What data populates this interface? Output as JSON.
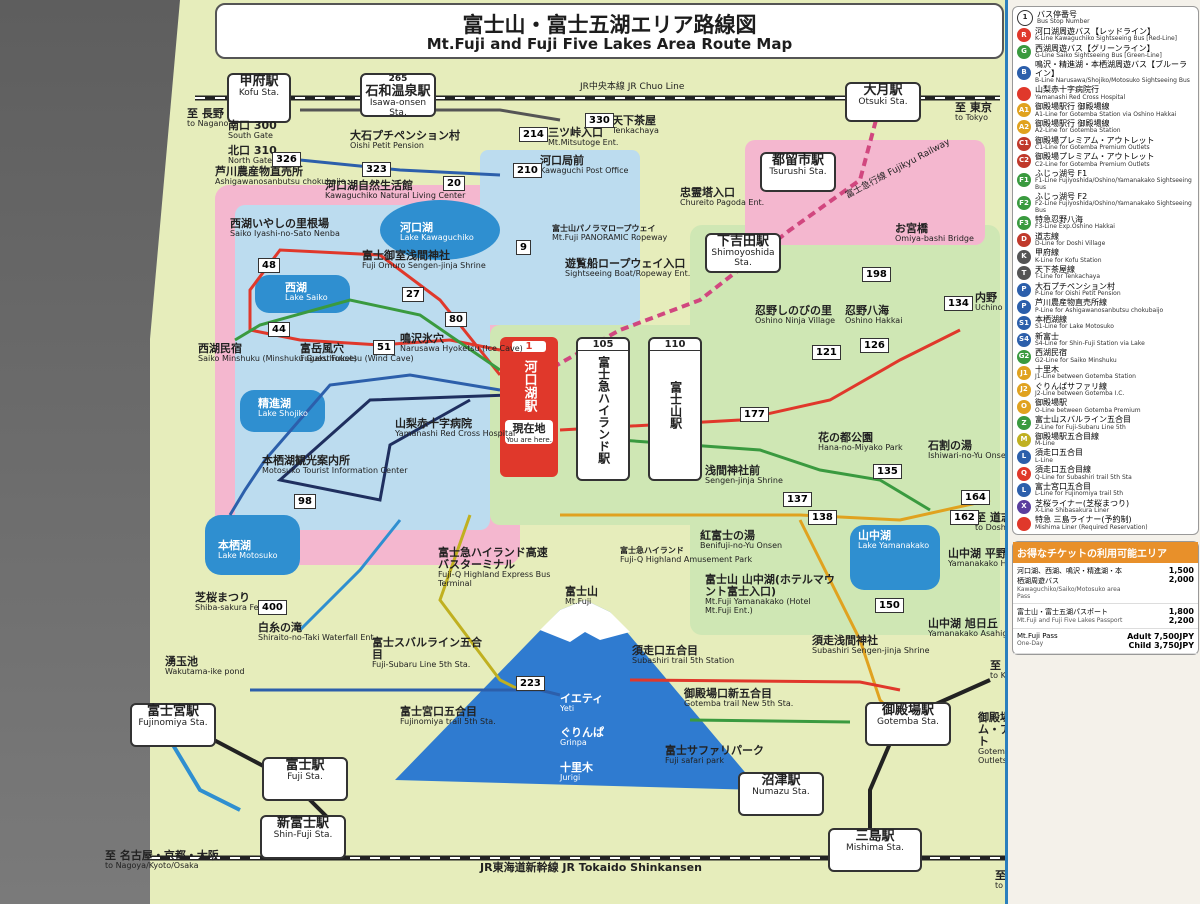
{
  "title": {
    "jp": "富士山・富士五湖エリア路線図",
    "en": "Mt.Fuji and Fuji Five Lakes Area Route Map"
  },
  "colors": {
    "red": "#e0382b",
    "green": "#3a9a3f",
    "blue": "#2c5fab",
    "navy": "#1f2f5f",
    "lake": "#2f8fd0",
    "pink": "#f4b7cf",
    "yellowzone": "#fbf3a0",
    "greenzone": "#cfe7b4",
    "bluezone": "#bcdcef",
    "rail": "#222222"
  },
  "stations": {
    "kawaguchiko": {
      "jp": "河口湖駅",
      "en": "Kawaguchiko Sta.",
      "num": "1"
    },
    "fujiq": {
      "jp": "富士急ハイランド駅",
      "en": "Fuji-Q Highland Sta.",
      "num": "105"
    },
    "fujisan": {
      "jp": "富士山駅",
      "en": "Mt.Fuji Sta.",
      "num": "110"
    },
    "otsuki": {
      "jp": "大月駅",
      "en": "Otsuki Sta."
    },
    "tsuru": {
      "jp": "都留市駅",
      "en": "Tsurushi Sta."
    },
    "shimoyoshida": {
      "jp": "下吉田駅",
      "en": "Shimoyoshida Sta."
    },
    "kofu": {
      "jp": "甲府駅",
      "en": "Kofu Sta."
    },
    "isawa": {
      "jp": "石和温泉駅",
      "en": "Isawa-onsen Sta.",
      "num": "265"
    },
    "fujinomiya": {
      "jp": "富士宮駅",
      "en": "Fujinomiya Sta."
    },
    "fuji": {
      "jp": "富士駅",
      "en": "Fuji Sta."
    },
    "shinfuji": {
      "jp": "新富士駅",
      "en": "Shin-Fuji Sta."
    },
    "gotemba": {
      "jp": "御殿場駅",
      "en": "Gotemba Sta."
    },
    "numazu": {
      "jp": "沼津駅",
      "en": "Numazu Sta."
    },
    "mishima": {
      "jp": "三島駅",
      "en": "Mishima Sta."
    }
  },
  "current": {
    "jp": "現在地",
    "en": "You are here."
  },
  "kofu_gates": [
    {
      "jp": "南口",
      "num": "300",
      "en": "South Gate"
    },
    {
      "jp": "北口",
      "num": "310",
      "en": "North Gate"
    }
  ],
  "lakes": [
    {
      "jp": "河口湖",
      "en": "Lake Kawaguchiko"
    },
    {
      "jp": "西湖",
      "en": "Lake Saiko"
    },
    {
      "jp": "精進湖",
      "en": "Lake Shojiko"
    },
    {
      "jp": "本栖湖",
      "en": "Lake Motosuko"
    },
    {
      "jp": "山中湖",
      "en": "Lake Yamanakako"
    }
  ],
  "rail_lines": {
    "chuo": "JR中央本線 JR Chuo Line",
    "tokaido": "JR東海道新幹線 JR Tokaido Shinkansen",
    "fujikyu": "富士急行線 Fujikyu Railway"
  },
  "directions": {
    "nagano": {
      "jp": "至 長野",
      "en": "to Nagano"
    },
    "tokyo": {
      "jp": "至 東京",
      "en": "to Tokyo"
    },
    "nagoya": {
      "jp": "至 名古屋・京都・大阪",
      "en": "to Nagoya/Kyoto/Osaka"
    },
    "kanagawa": {
      "jp": "至 神奈川",
      "en": "to Kanagawa"
    },
    "kozu": {
      "jp": "至 国府津",
      "en": "to Kozu"
    },
    "doshi": {
      "jp": "至 道志村",
      "en": "to Doshi Village"
    }
  },
  "places": [
    {
      "jp": "大石プチペンション村",
      "en": "Oishi Petit Pension",
      "num": "323"
    },
    {
      "jp": "芦川農産物直売所",
      "en": "Ashigawanosanbutsu chokubaijo",
      "num": "326"
    },
    {
      "jp": "河口湖自然生活館",
      "en": "Kawaguchiko Natural Living Center",
      "num": "20"
    },
    {
      "jp": "三ツ峠入口",
      "en": "Mt.Mitsutoge Ent.",
      "num": "214"
    },
    {
      "jp": "天下茶屋",
      "en": "Tenkachaya",
      "num": "330"
    },
    {
      "jp": "河口局前",
      "en": "Kawaguchi Post Office",
      "num": "210"
    },
    {
      "jp": "忠霊塔入口",
      "en": "Chureito Pagoda Ent."
    },
    {
      "jp": "富士山パノラマロープウェイ",
      "en": "Mt.Fuji PANORAMIC Ropeway"
    },
    {
      "jp": "遊覧船ロープウェイ入口",
      "en": "Sightseeing Boat/Ropeway Ent.",
      "num": "9"
    },
    {
      "jp": "西湖いやしの里根場",
      "en": "Saiko Iyashi-no-Sato Nenba",
      "num": "48"
    },
    {
      "jp": "富士御室浅間神社",
      "en": "Fuji Omuro Sengen-jinja Shrine",
      "num": "27"
    },
    {
      "jp": "西湖民宿",
      "en": "Saiko Minshuku (Minshuku Guesthouse)",
      "num": "44"
    },
    {
      "jp": "富岳風穴",
      "en": "Fugaku Fuketsu (Wind Cave)",
      "num": "51"
    },
    {
      "jp": "鳴沢氷穴",
      "en": "Narusawa Hyoketsu (Ice Cave)",
      "num": "80"
    },
    {
      "jp": "山梨赤十字病院",
      "en": "Yamanashi Red Cross Hospital"
    },
    {
      "jp": "本栖湖観光案内所",
      "en": "Motosuko Tourist Information Center",
      "num": "98"
    },
    {
      "jp": "芝桜まつり",
      "en": "Shiba-sakura Festival",
      "num": "400"
    },
    {
      "jp": "白糸の滝",
      "en": "Shiraito-no-Taki Waterfall Ent."
    },
    {
      "jp": "湧玉池",
      "en": "Wakutama-ike pond"
    },
    {
      "jp": "富士急ハイランド高速バスターミナル",
      "en": "Fuji-Q Highland Express Bus Terminal"
    },
    {
      "jp": "富士急ハイランド",
      "en": "Fuji-Q Highland Amusement Park"
    },
    {
      "jp": "富士山",
      "en": "Mt.Fuji"
    },
    {
      "jp": "富士スバルライン五合目",
      "en": "Fuji-Subaru Line 5th Sta.",
      "num": "223"
    },
    {
      "jp": "富士宮口五合目",
      "en": "Fujinomiya trail 5th Sta."
    },
    {
      "jp": "須走口五合目",
      "en": "Subashiri trail 5th Station"
    },
    {
      "jp": "御殿場口新五合目",
      "en": "Gotemba trail New 5th Sta."
    },
    {
      "jp": "イエティ",
      "en": "Yeti"
    },
    {
      "jp": "ぐりんぱ",
      "en": "Grinpa"
    },
    {
      "jp": "十里木",
      "en": "Jurigi"
    },
    {
      "jp": "富士サファリパーク",
      "en": "Fuji safari park"
    },
    {
      "jp": "浅間神社前",
      "en": "Sengen-jinja Shrine",
      "num": "137"
    },
    {
      "jp": "紅富士の湯",
      "en": "Benifuji-no-Yu Onsen"
    },
    {
      "jp": "富士山 山中湖(ホテルマウント富士入口)",
      "en": "Mt.Fuji Yamanakako (Hotel Mt.Fuji Ent.)",
      "num": "150"
    },
    {
      "jp": "須走浅間神社",
      "en": "Subashiri Sengen-jinja Shrine"
    },
    {
      "jp": "山中湖 旭日丘",
      "en": "Yamanakako Asahigaoka"
    },
    {
      "jp": "山中湖 平野",
      "en": "Yamanakako Hirano",
      "num": "162"
    },
    {
      "jp": "石割の湯",
      "en": "Ishiwari-no-Yu Onsen",
      "num": "164"
    },
    {
      "jp": "花の都公園",
      "en": "Hana-no-Miyako Park",
      "num": "135"
    },
    {
      "jp": "忍野しのびの里",
      "en": "Oshino Ninja Village",
      "num": "121"
    },
    {
      "jp": "忍野八海",
      "en": "Oshino Hakkai",
      "num": "126"
    },
    {
      "jp": "お宮橋",
      "en": "Omiya-bashi Bridge",
      "num": "198"
    },
    {
      "jp": "内野",
      "en": "Uchino",
      "num": "134"
    },
    {
      "jp": "御殿場プレミアム・アウトレット",
      "en": "Gotemba Premium Outlets"
    }
  ],
  "bus_numbers": [
    "138",
    "177"
  ],
  "legend": {
    "title_jp": "バス停番号",
    "title_en": "Bus Stop Number",
    "items": [
      {
        "code": "R",
        "color": "#e0382b",
        "jp": "河口湖周遊バス【レッドライン】",
        "en": "K-Line Kawaguchiko Sightseeing Bus [Red-Line]"
      },
      {
        "code": "G",
        "color": "#3a9a3f",
        "jp": "西湖周遊バス【グリーンライン】",
        "en": "G-Line Saiko Sightseeing Bus [Green-Line]"
      },
      {
        "code": "B",
        "color": "#2c5fab",
        "jp": "鳴沢・精進湖・本栖湖周遊バス【ブルーライン】",
        "en": "B-Line Narusawa/Shojiko/Motosuko Sightseeing Bus"
      },
      {
        "code": "",
        "color": "#e0382b",
        "jp": "山梨赤十字病院行",
        "en": "Yamanashi Red Cross Hospital"
      },
      {
        "code": "A1",
        "color": "#e0a21f",
        "jp": "御殿場駅行 御殿場線",
        "en": "A1-Line for Gotemba Station via Oshino Hakkai"
      },
      {
        "code": "A2",
        "color": "#e0a21f",
        "jp": "御殿場駅行 御殿場線",
        "en": "A2-Line for Gotemba Station"
      },
      {
        "code": "C1",
        "color": "#c0392b",
        "jp": "御殿場プレミアム・アウトレット",
        "en": "C1-Line for Gotemba Premium Outlets"
      },
      {
        "code": "C2",
        "color": "#c0392b",
        "jp": "御殿場プレミアム・アウトレット",
        "en": "C2-Line for Gotemba Premium Outlets"
      },
      {
        "code": "F1",
        "color": "#3a9a3f",
        "jp": "ふじっ湖号 F1",
        "en": "F1-Line Fujiyoshida/Oshino/Yamanakako Sightseeing Bus"
      },
      {
        "code": "F2",
        "color": "#3a9a3f",
        "jp": "ふじっ湖号 F2",
        "en": "F2-Line Fujiyoshida/Oshino/Yamanakako Sightseeing Bus"
      },
      {
        "code": "F3",
        "color": "#3a9a3f",
        "jp": "特急忍野八海",
        "en": "F3-Line Exp.Oshino Hakkai"
      },
      {
        "code": "D",
        "color": "#c0392b",
        "jp": "道志線",
        "en": "D-Line for Doshi Village"
      },
      {
        "code": "K",
        "color": "#555555",
        "jp": "甲府線",
        "en": "K-Line for Kofu Station"
      },
      {
        "code": "T",
        "color": "#555555",
        "jp": "天下茶屋線",
        "en": "T-Line for Tenkachaya"
      },
      {
        "code": "P",
        "color": "#2c5fab",
        "jp": "大石プチペンション村",
        "en": "P-Line for Oishi Petit Pension"
      },
      {
        "code": "P",
        "color": "#2c5fab",
        "jp": "芦川農産物直売所線",
        "en": "P-Line for Ashigawanosanbutsu chokubaijo"
      },
      {
        "code": "S1",
        "color": "#2c5fab",
        "jp": "本栖湖線",
        "en": "S1-Line for Lake Motosuko"
      },
      {
        "code": "S4",
        "color": "#2c5fab",
        "jp": "新富士",
        "en": "S4-Line for Shin-Fuji Station via Lake"
      },
      {
        "code": "G2",
        "color": "#3a9a3f",
        "jp": "西湖民宿",
        "en": "G2-Line for Saiko Minshuku"
      },
      {
        "code": "J1",
        "color": "#e0a21f",
        "jp": "十里木",
        "en": "J1-Line between Gotemba Station"
      },
      {
        "code": "J2",
        "color": "#e0a21f",
        "jp": "ぐりんぱサファリ線",
        "en": "J2-Line between Gotemba I.C."
      },
      {
        "code": "O",
        "color": "#e0a21f",
        "jp": "御殿場駅",
        "en": "O-Line between Gotemba Premium"
      },
      {
        "code": "Z",
        "color": "#3a9a3f",
        "jp": "富士山スバルライン五合目",
        "en": "Z-Line for Fuji-Subaru Line 5th"
      },
      {
        "code": "M",
        "color": "#c0b020",
        "jp": "御殿場駅五合目線",
        "en": "M-Line"
      },
      {
        "code": "L",
        "color": "#2c5fab",
        "jp": "須走口五合目",
        "en": "L-Line"
      },
      {
        "code": "Q",
        "color": "#e0382b",
        "jp": "須走口五合目線",
        "en": "Q-Line for Subashiri trail 5th Sta"
      },
      {
        "code": "L",
        "color": "#2c5fab",
        "jp": "富士宮口五合目",
        "en": "L-Line for Fujinomiya trail 5th"
      },
      {
        "code": "X",
        "color": "#5a3f9e",
        "jp": "芝桜ライナー(芝桜まつり)",
        "en": "X-Line Shibasakura Liner"
      },
      {
        "code": "",
        "color": "#e0382b",
        "jp": "特急 三島ライナー(予約制)",
        "en": "Mishima Liner (Required Reservation)"
      }
    ]
  },
  "tickets": {
    "title": "お得なチケットの利用可能エリア",
    "rows": [
      {
        "jp": "河口湖、西湖、鳴沢・精進湖・本栖湖周遊バス",
        "en": "Kawaguchiko/Saiko/Motosuko area Pass",
        "price1": "1,500",
        "price2": "2,000"
      },
      {
        "jp": "富士山・富士五湖パスポート",
        "en": "Mt.Fuji and Fuji Five Lakes Passport",
        "price1": "1,800",
        "price2": "2,200"
      },
      {
        "jp": "Mt.Fuji Pass",
        "en": "One-Day",
        "price1": "Adult 7,500JPY",
        "price2": "Child 3,750JPY"
      }
    ]
  }
}
